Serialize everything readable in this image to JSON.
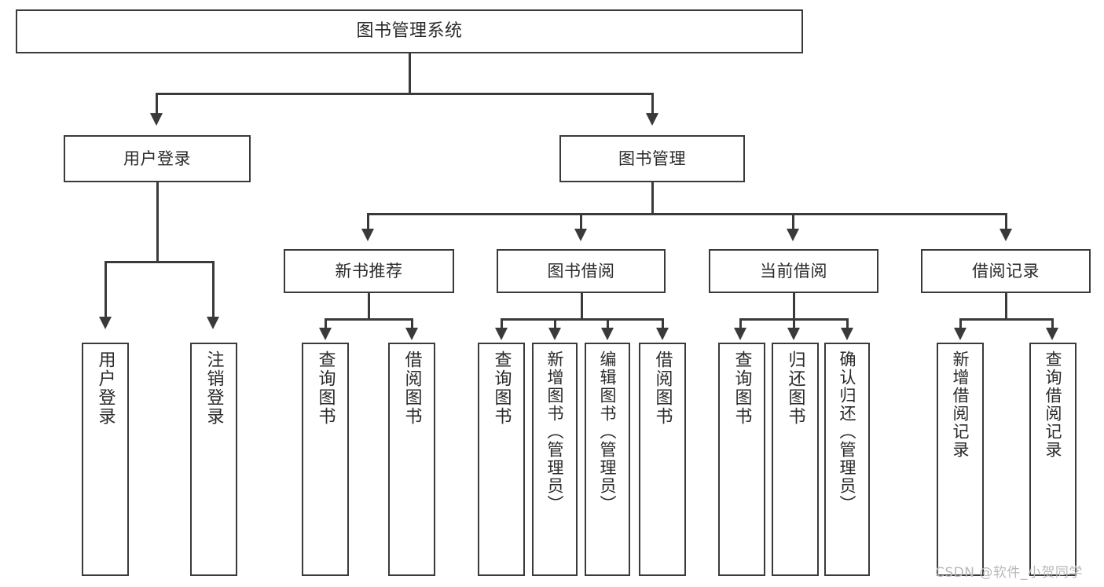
{
  "diagram": {
    "title": "图书管理系统",
    "type": "tree-hierarchy-chart",
    "watermark": "CSDN @软件_小贺同学",
    "colors": {
      "stroke": "#3a3a3a",
      "fill": "#ffffff",
      "text": "#2a2a2a",
      "watermark": "#b9b9b9"
    },
    "root": {
      "label": "图书管理系统"
    },
    "level2": [
      {
        "label": "用户登录"
      },
      {
        "label": "图书管理"
      }
    ],
    "level3": [
      {
        "label": "新书推荐"
      },
      {
        "label": "图书借阅"
      },
      {
        "label": "当前借阅"
      },
      {
        "label": "借阅记录"
      }
    ],
    "leaves": {
      "user_login": [
        {
          "label": "用户登录"
        },
        {
          "label": "注销登录"
        }
      ],
      "new_book_recommend": [
        {
          "label": "查询图书"
        },
        {
          "label": "借阅图书"
        }
      ],
      "book_borrow": [
        {
          "label": "查询图书"
        },
        {
          "label": "新增图书（管理员）"
        },
        {
          "label": "编辑图书（管理员）"
        },
        {
          "label": "借阅图书"
        }
      ],
      "current_borrow": [
        {
          "label": "查询图书"
        },
        {
          "label": "归还图书"
        },
        {
          "label": "确认归还（管理员）"
        }
      ],
      "borrow_record": [
        {
          "label": "新增借阅记录"
        },
        {
          "label": "查询借阅记录"
        }
      ]
    }
  }
}
